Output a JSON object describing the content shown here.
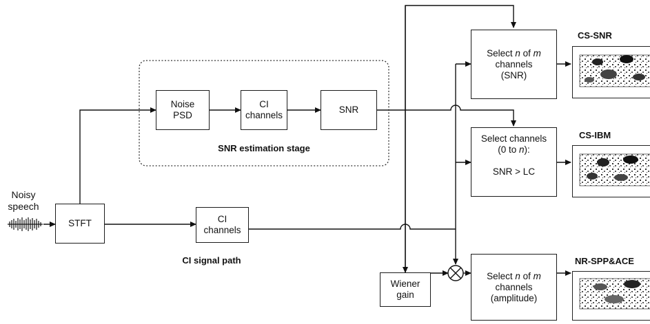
{
  "labels": {
    "noisy_speech": "Noisy\nspeech",
    "snr_stage": "SNR estimation stage",
    "ci_signal_path": "CI signal path"
  },
  "blocks": {
    "stft": "STFT",
    "noise_psd": "Noise\nPSD",
    "ci_channels": "CI\nchannels",
    "snr": "SNR",
    "ci_channels_signal": "CI\nchannels",
    "wiener_gain": "Wiener\ngain",
    "sel_snr": {
      "pre": "Select ",
      "n": "n",
      "mid": " of ",
      "m": "m",
      "line2": "channels",
      "line3": "(SNR)"
    },
    "sel_ibm": {
      "line1": "Select channels",
      "pre": "(0 to ",
      "n": "n",
      "post": "):",
      "condition": "SNR > LC"
    },
    "sel_amp": {
      "pre": "Select ",
      "n": "n",
      "mid": " of ",
      "m": "m",
      "line2": "channels",
      "line3": "(amplitude)"
    }
  },
  "outputs": {
    "cs_snr": "CS-SNR",
    "cs_ibm": "CS-IBM",
    "nr_spp_ace": "NR-SPP&ACE"
  }
}
